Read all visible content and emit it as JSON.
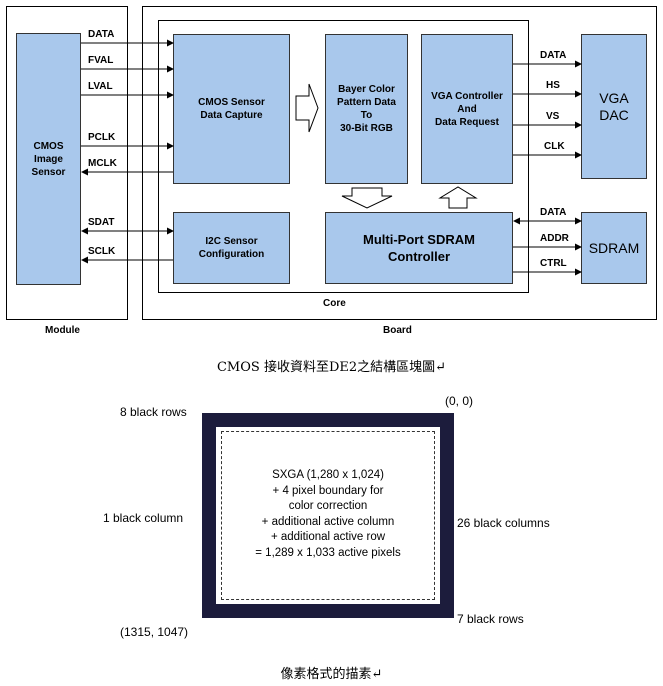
{
  "block_diagram": {
    "blocks": {
      "cmos_sensor": "CMOS\nImage\nSensor",
      "data_capture": "CMOS Sensor\nData Capture",
      "bayer": "Bayer Color\nPattern Data\nTo\n30-Bit RGB",
      "vga_ctrl": "VGA Controller\nAnd\nData Request",
      "vga_dac": "VGA\nDAC",
      "i2c": "I2C Sensor\nConfiguration",
      "sdram_ctrl": "Multi-Port SDRAM\nController",
      "sdram": "SDRAM"
    },
    "signals": {
      "data": "DATA",
      "fval": "FVAL",
      "lval": "LVAL",
      "pclk": "PCLK",
      "mclk": "MCLK",
      "sdat": "SDAT",
      "sclk": "SCLK",
      "vga_data": "DATA",
      "hs": "HS",
      "vs": "VS",
      "clk": "CLK",
      "sd_data": "DATA",
      "addr": "ADDR",
      "ctrl": "CTRL"
    },
    "labels": {
      "core": "Core",
      "module": "Module",
      "board": "Board"
    },
    "caption": "CMOS 接收資料至DE2之結構區塊圖↵"
  },
  "pixel_format": {
    "top_right": "(0, 0)",
    "bottom_left": "(1315, 1047)",
    "top_left": "8 black rows",
    "left": "1 black column",
    "right": "26 black columns",
    "bottom_right": "7 black rows",
    "center": "SXGA (1,280 x 1,024)\n+ 4 pixel boundary for\ncolor correction\n+ additional active column\n+ additional active row\n= 1,289 x 1,033 active pixels",
    "caption": "像素格式的描素↵"
  },
  "colors": {
    "block_fill": "#a9c8ec",
    "border_dark": "#1c1c3c"
  }
}
